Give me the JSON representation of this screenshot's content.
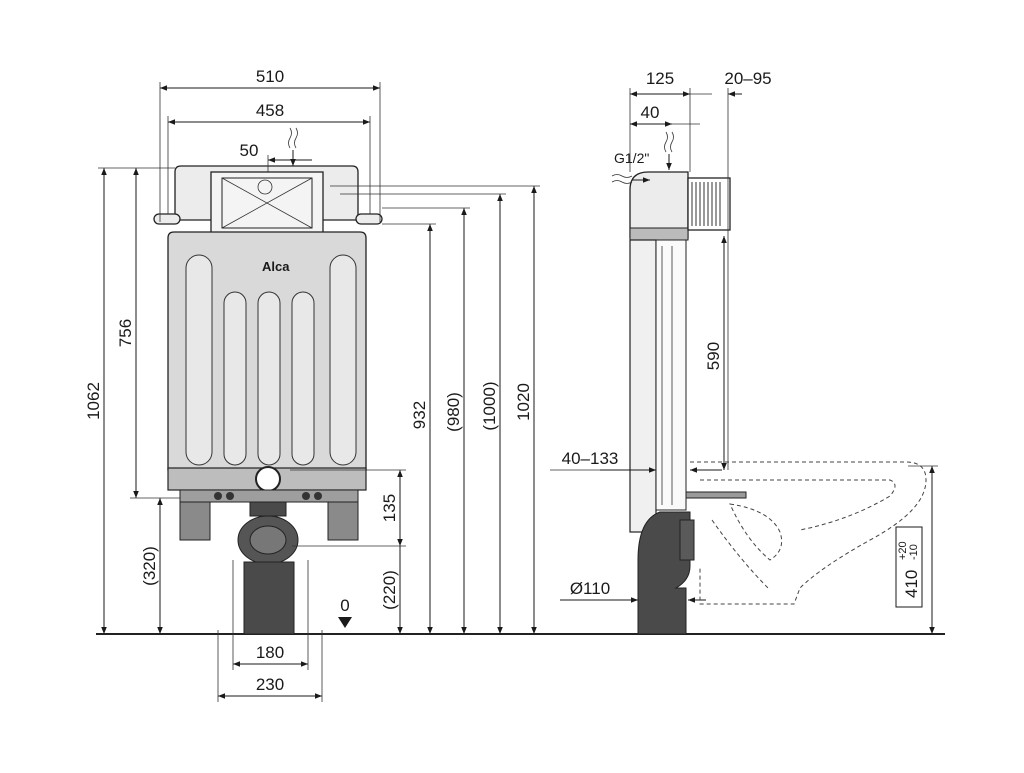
{
  "front_view": {
    "brand_label": "Alca",
    "dim_width_total": "510",
    "dim_width_inner": "458",
    "dim_offset_top": "50",
    "dim_height_total": "1062",
    "dim_height_756": "756",
    "dim_height_320": "(320)",
    "dim_height_135": "135",
    "dim_height_220": "(220)",
    "dim_zero": "0",
    "dim_height_932": "932",
    "dim_height_980": "(980)",
    "dim_height_1000": "(1000)",
    "dim_height_1020": "1020",
    "dim_width_180": "180",
    "dim_width_230": "230"
  },
  "side_view": {
    "dim_depth_125": "125",
    "dim_depth_20_95": "20–95",
    "dim_depth_40": "40",
    "thread_label": "G1/2\"",
    "dim_height_590": "590",
    "dim_range_40_133": "40–133",
    "dim_pipe_110": "Ø110",
    "dim_height_410": "410",
    "tol_plus": "+20",
    "tol_minus": "-10"
  },
  "colors": {
    "line": "#1a1a1a",
    "frame_fill": "#d9d9d9",
    "pipe_fill": "#4a4a4a"
  }
}
